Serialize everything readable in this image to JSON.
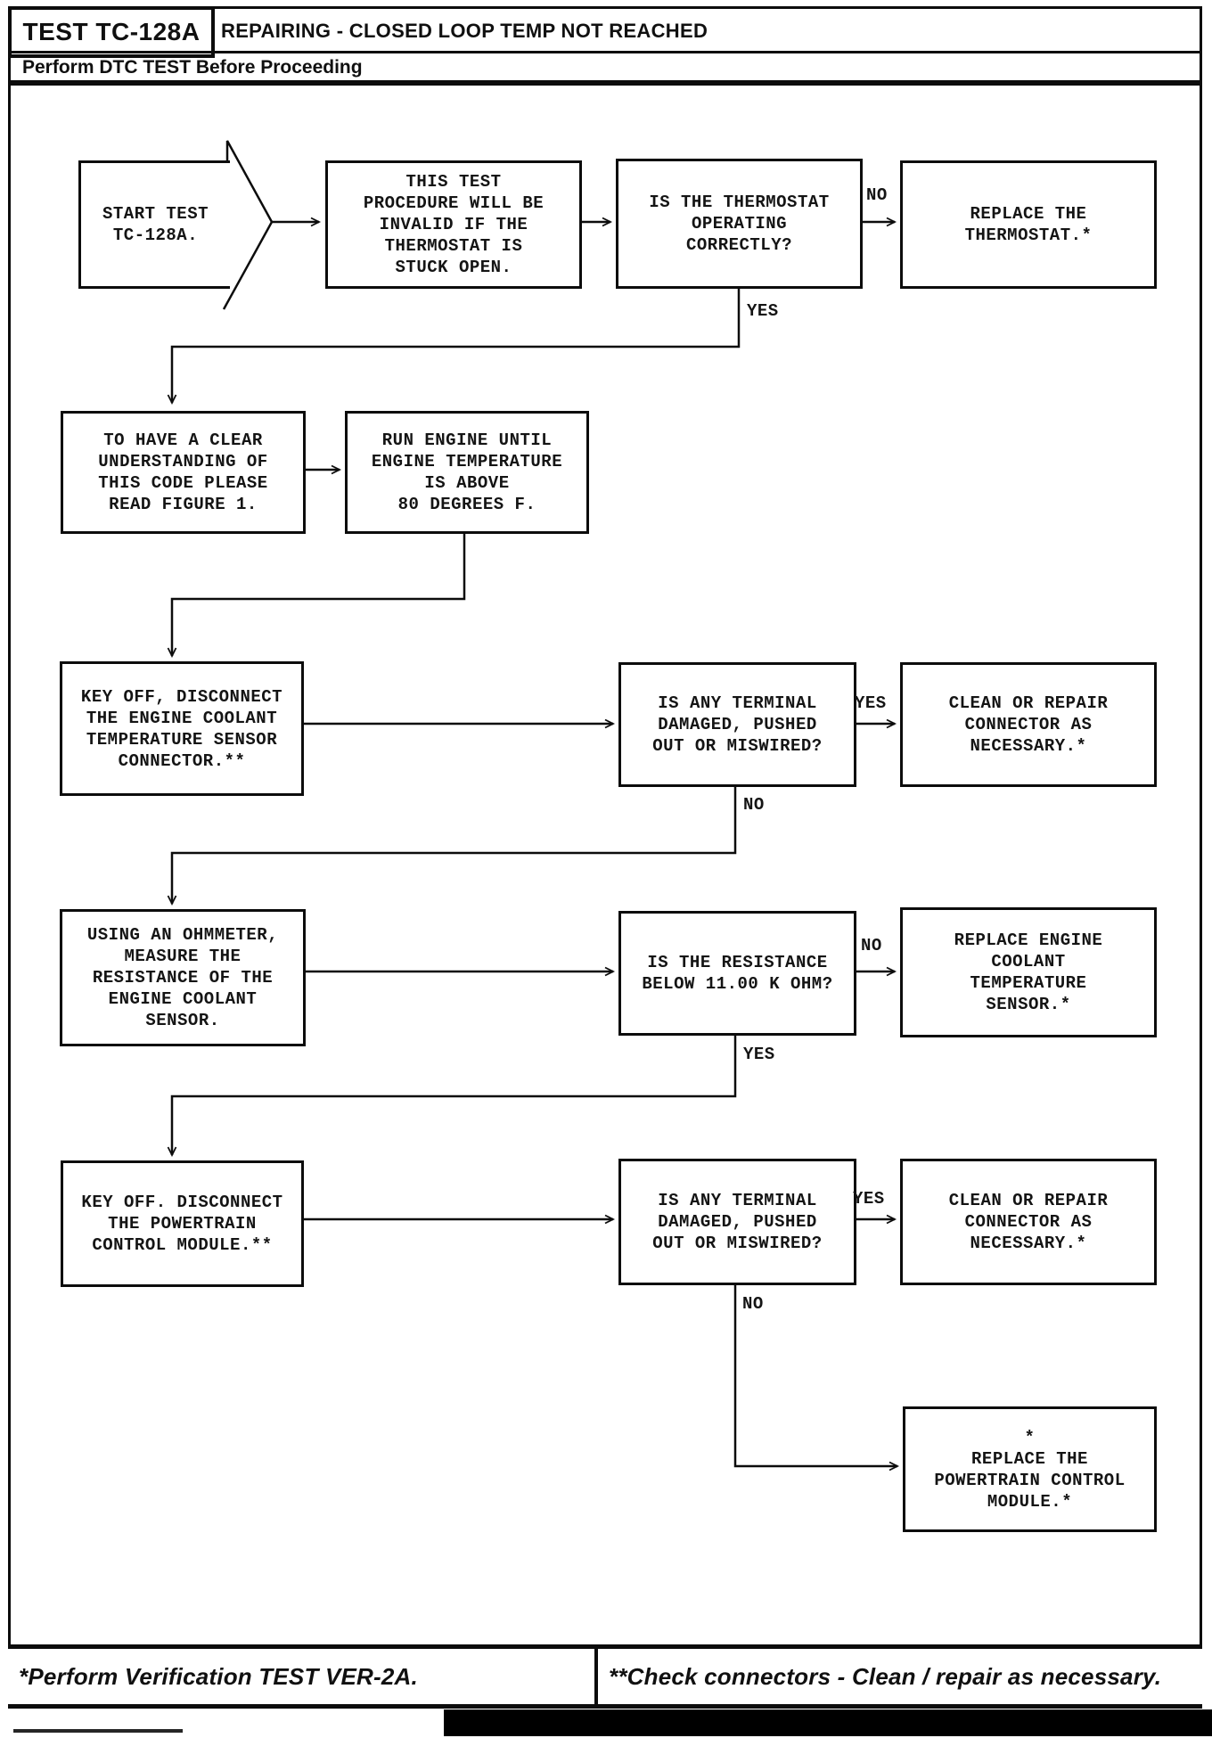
{
  "header": {
    "test_label": "TEST TC-128A",
    "title": "REPAIRING - CLOSED LOOP TEMP NOT REACHED",
    "subtitle": "Perform DTC TEST Before Proceeding"
  },
  "nodes": {
    "start": "START TEST\nTC-128A.",
    "invalid_note": "THIS TEST\nPROCEDURE WILL BE\nINVALID IF THE\nTHERMOSTAT IS\nSTUCK OPEN.",
    "thermostat_question": "IS THE THERMOSTAT\nOPERATING\nCORRECTLY?",
    "replace_thermostat": "REPLACE THE\nTHERMOSTAT.*",
    "read_figure": "TO HAVE A CLEAR\nUNDERSTANDING OF\nTHIS CODE PLEASE\nREAD FIGURE 1.",
    "run_engine": "RUN ENGINE UNTIL\nENGINE TEMPERATURE\nIS ABOVE\n80 DEGREES F.",
    "disconnect_ect_connector": "KEY OFF, DISCONNECT\nTHE ENGINE COOLANT\nTEMPERATURE SENSOR\nCONNECTOR.**",
    "terminal_question_1": "IS ANY TERMINAL\nDAMAGED, PUSHED\nOUT OR MISWIRED?",
    "clean_connector_1": "CLEAN OR REPAIR\nCONNECTOR AS\nNECESSARY.*",
    "ohmmeter_measure": "USING AN OHMMETER,\nMEASURE THE\nRESISTANCE OF THE\nENGINE COOLANT\nSENSOR.",
    "resistance_question": "IS THE RESISTANCE\nBELOW 11.00 K OHM?",
    "replace_ect_sensor": "REPLACE ENGINE\nCOOLANT\nTEMPERATURE\nSENSOR.*",
    "disconnect_pcm": "KEY OFF. DISCONNECT\nTHE POWERTRAIN\nCONTROL MODULE.**",
    "terminal_question_2": "IS ANY TERMINAL\nDAMAGED, PUSHED\nOUT OR MISWIRED?",
    "clean_connector_2": "CLEAN OR REPAIR\nCONNECTOR AS\nNECESSARY.*",
    "replace_pcm": "*\nREPLACE THE\nPOWERTRAIN CONTROL\nMODULE.*"
  },
  "labels": {
    "thermostat_no": "NO",
    "thermostat_yes": "YES",
    "terminal1_yes": "YES",
    "terminal1_no": "NO",
    "resistance_no": "NO",
    "resistance_yes": "YES",
    "terminal2_yes": "YES",
    "terminal2_no": "NO"
  },
  "footer": {
    "left_note": "*Perform Verification TEST VER-2A.",
    "right_note": "**Check connectors - Clean / repair as necessary."
  },
  "colors": {
    "ink": "#0c0c0c",
    "paper": "#ffffff"
  }
}
